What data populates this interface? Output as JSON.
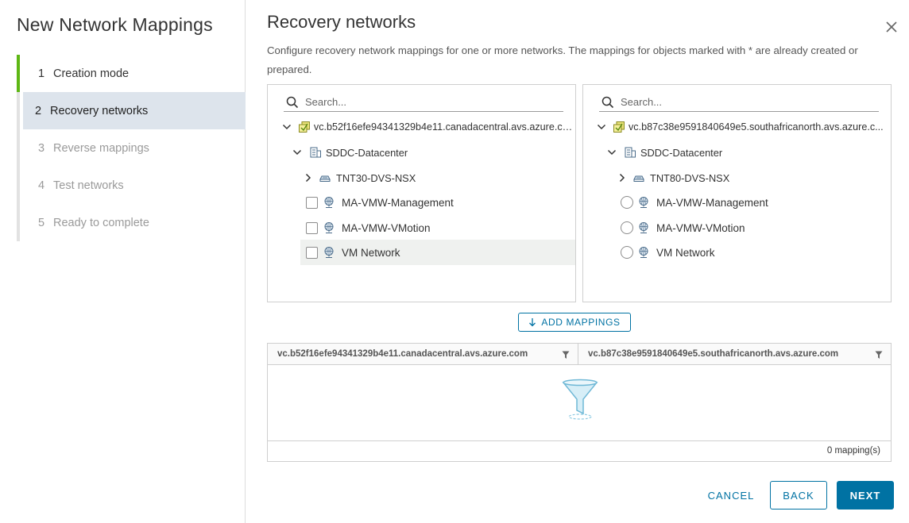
{
  "wizard": {
    "title": "New Network Mappings",
    "steps": [
      {
        "num": "1",
        "label": "Creation mode",
        "state": "done"
      },
      {
        "num": "2",
        "label": "Recovery networks",
        "state": "active"
      },
      {
        "num": "3",
        "label": "Reverse mappings",
        "state": "pending"
      },
      {
        "num": "4",
        "label": "Test networks",
        "state": "pending"
      },
      {
        "num": "5",
        "label": "Ready to complete",
        "state": "pending"
      }
    ]
  },
  "page": {
    "title": "Recovery networks",
    "description": "Configure recovery network mappings for one or more networks. The mappings for objects marked with * are already created or prepared."
  },
  "left_tree": {
    "search_placeholder": "Search...",
    "vcenter": "vc.b52f16efe94341329b4e11.canadacentral.avs.azure.com",
    "datacenter": "SDDC-Datacenter",
    "switch": "TNT30-DVS-NSX",
    "networks": [
      "MA-VMW-Management",
      "MA-VMW-VMotion",
      "VM Network"
    ]
  },
  "right_tree": {
    "search_placeholder": "Search...",
    "vcenter": "vc.b87c38e9591840649e5.southafricanorth.avs.azure.c...",
    "datacenter": "SDDC-Datacenter",
    "switch": "TNT80-DVS-NSX",
    "networks": [
      "MA-VMW-Management",
      "MA-VMW-VMotion",
      "VM Network"
    ]
  },
  "add_mappings_label": "ADD MAPPINGS",
  "grid": {
    "columns": [
      "vc.b52f16efe94341329b4e11.canadacentral.avs.azure.com",
      "vc.b87c38e9591840649e5.southafricanorth.avs.azure.com"
    ],
    "footer": "0 mapping(s)"
  },
  "buttons": {
    "cancel": "CANCEL",
    "back": "BACK",
    "next": "NEXT"
  },
  "icons": {
    "close": "close-icon",
    "search": "search-icon",
    "vcenter": "vcenter-icon",
    "datacenter": "datacenter-icon",
    "switch": "distributed-switch-icon",
    "network": "network-icon",
    "filter": "filter-icon",
    "empty": "empty-funnel-icon"
  },
  "colors": {
    "accent": "#0072a3",
    "done_step": "#5eb715",
    "active_step_bg": "#dde4ec"
  }
}
